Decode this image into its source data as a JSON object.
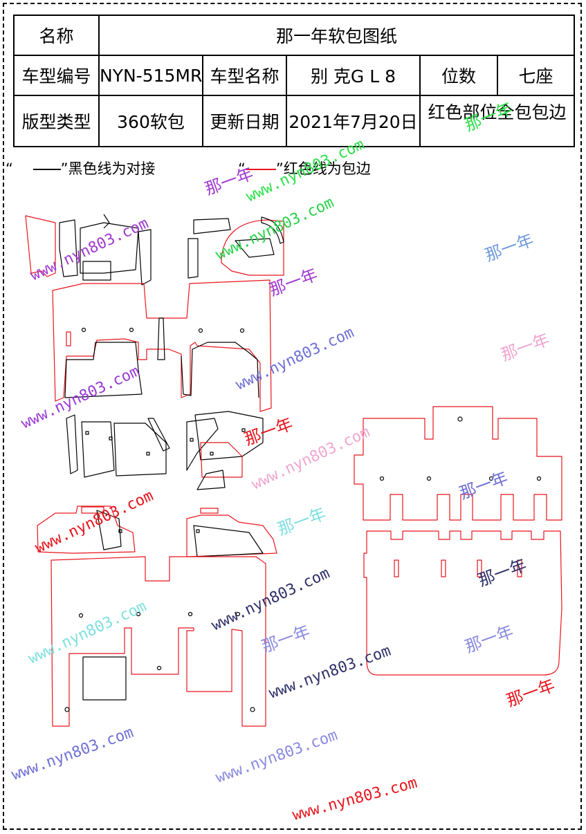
{
  "table": {
    "name_label": "名称",
    "name_value": "那一年软包图纸",
    "model_code_label": "车型编号",
    "model_code_value": "NYN-515MR",
    "model_name_label": "车型名称",
    "model_name_value": "别 克G L 8",
    "seats_label": "位数",
    "seats_value": "七座",
    "type_label": "版型类型",
    "type_value": "360软包",
    "date_label": "更新日期",
    "date_value": "2021年7月20日",
    "note": "红色部位全包包边"
  },
  "legend": {
    "black_open": "“",
    "black_text": "”黑色线为对接",
    "red_open": "“",
    "red_text": "”红色线为包边"
  },
  "watermarks": {
    "url": "www.nyn803.com",
    "brand": "那一年"
  },
  "colors": {
    "edge_red": "#e8141c",
    "seam_black": "#000000"
  }
}
